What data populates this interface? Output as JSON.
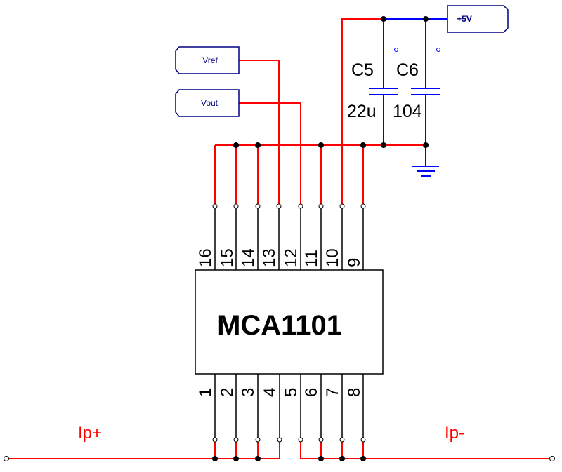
{
  "chip": {
    "name": "MCA1101",
    "top_pins": [
      "16",
      "15",
      "14",
      "13",
      "12",
      "11",
      "10",
      "9"
    ],
    "bottom_pins": [
      "1",
      "2",
      "3",
      "4",
      "5",
      "6",
      "7",
      "8"
    ]
  },
  "components": {
    "c5_name": "C5",
    "c5_value": "22u",
    "c6_name": "C6",
    "c6_value": "104"
  },
  "ports": {
    "vref": "Vref",
    "vout": "Vout",
    "supply": "+5V"
  },
  "terminals": {
    "ip_plus": "Ip+",
    "ip_minus": "Ip-"
  },
  "colors": {
    "wire": "#ff0000",
    "pin_lead": "#000000",
    "port_outline": "#000080",
    "component": "#0000ff"
  }
}
